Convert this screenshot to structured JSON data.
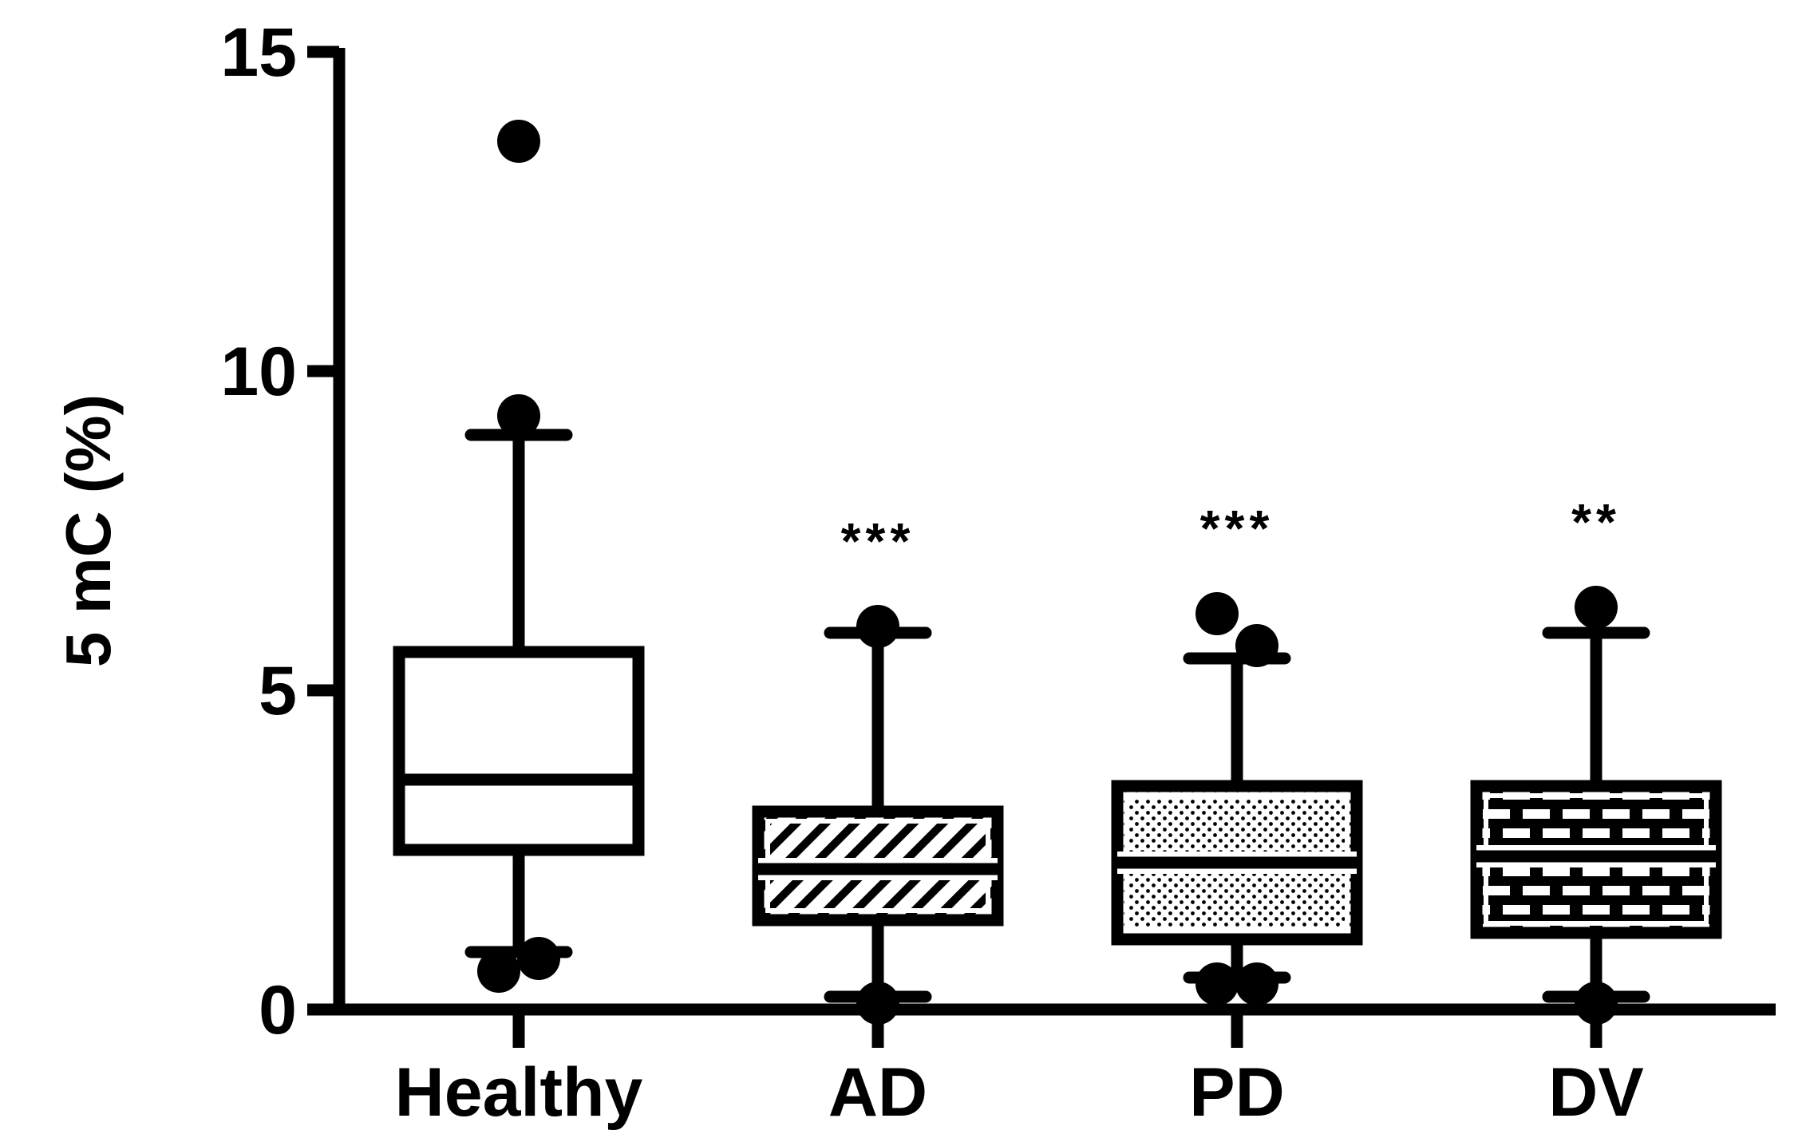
{
  "chart_data": {
    "type": "box",
    "ylabel": "5 mC (%)",
    "xlabel": "",
    "ylim": [
      0,
      15
    ],
    "yticks": [
      0,
      5,
      10,
      15
    ],
    "grid": false,
    "legend": "none",
    "categories": [
      "Healthy",
      "AD",
      "PD",
      "DV"
    ],
    "series": [
      {
        "category": "Healthy",
        "fill_pattern": "none",
        "whisker_low": 0.9,
        "q1": 2.5,
        "median": 3.6,
        "q3": 5.6,
        "whisker_high": 9.0,
        "outliers": [
          13.6,
          9.3,
          0.6,
          0.8
        ],
        "significance": ""
      },
      {
        "category": "AD",
        "fill_pattern": "hatch",
        "whisker_low": 0.2,
        "q1": 1.4,
        "median": 2.2,
        "q3": 3.1,
        "whisker_high": 5.9,
        "outliers": [
          6.0,
          0.1
        ],
        "significance": "***"
      },
      {
        "category": "PD",
        "fill_pattern": "dots",
        "whisker_low": 0.5,
        "q1": 1.1,
        "median": 2.3,
        "q3": 3.5,
        "whisker_high": 5.5,
        "outliers": [
          6.2,
          5.7,
          0.4,
          0.4
        ],
        "significance": "***"
      },
      {
        "category": "DV",
        "fill_pattern": "bricks",
        "whisker_low": 0.2,
        "q1": 1.2,
        "median": 2.4,
        "q3": 3.5,
        "whisker_high": 5.9,
        "outliers": [
          6.3,
          0.1
        ],
        "significance": "**"
      }
    ],
    "colors": {
      "ink": "#000000",
      "background": "#ffffff"
    }
  }
}
